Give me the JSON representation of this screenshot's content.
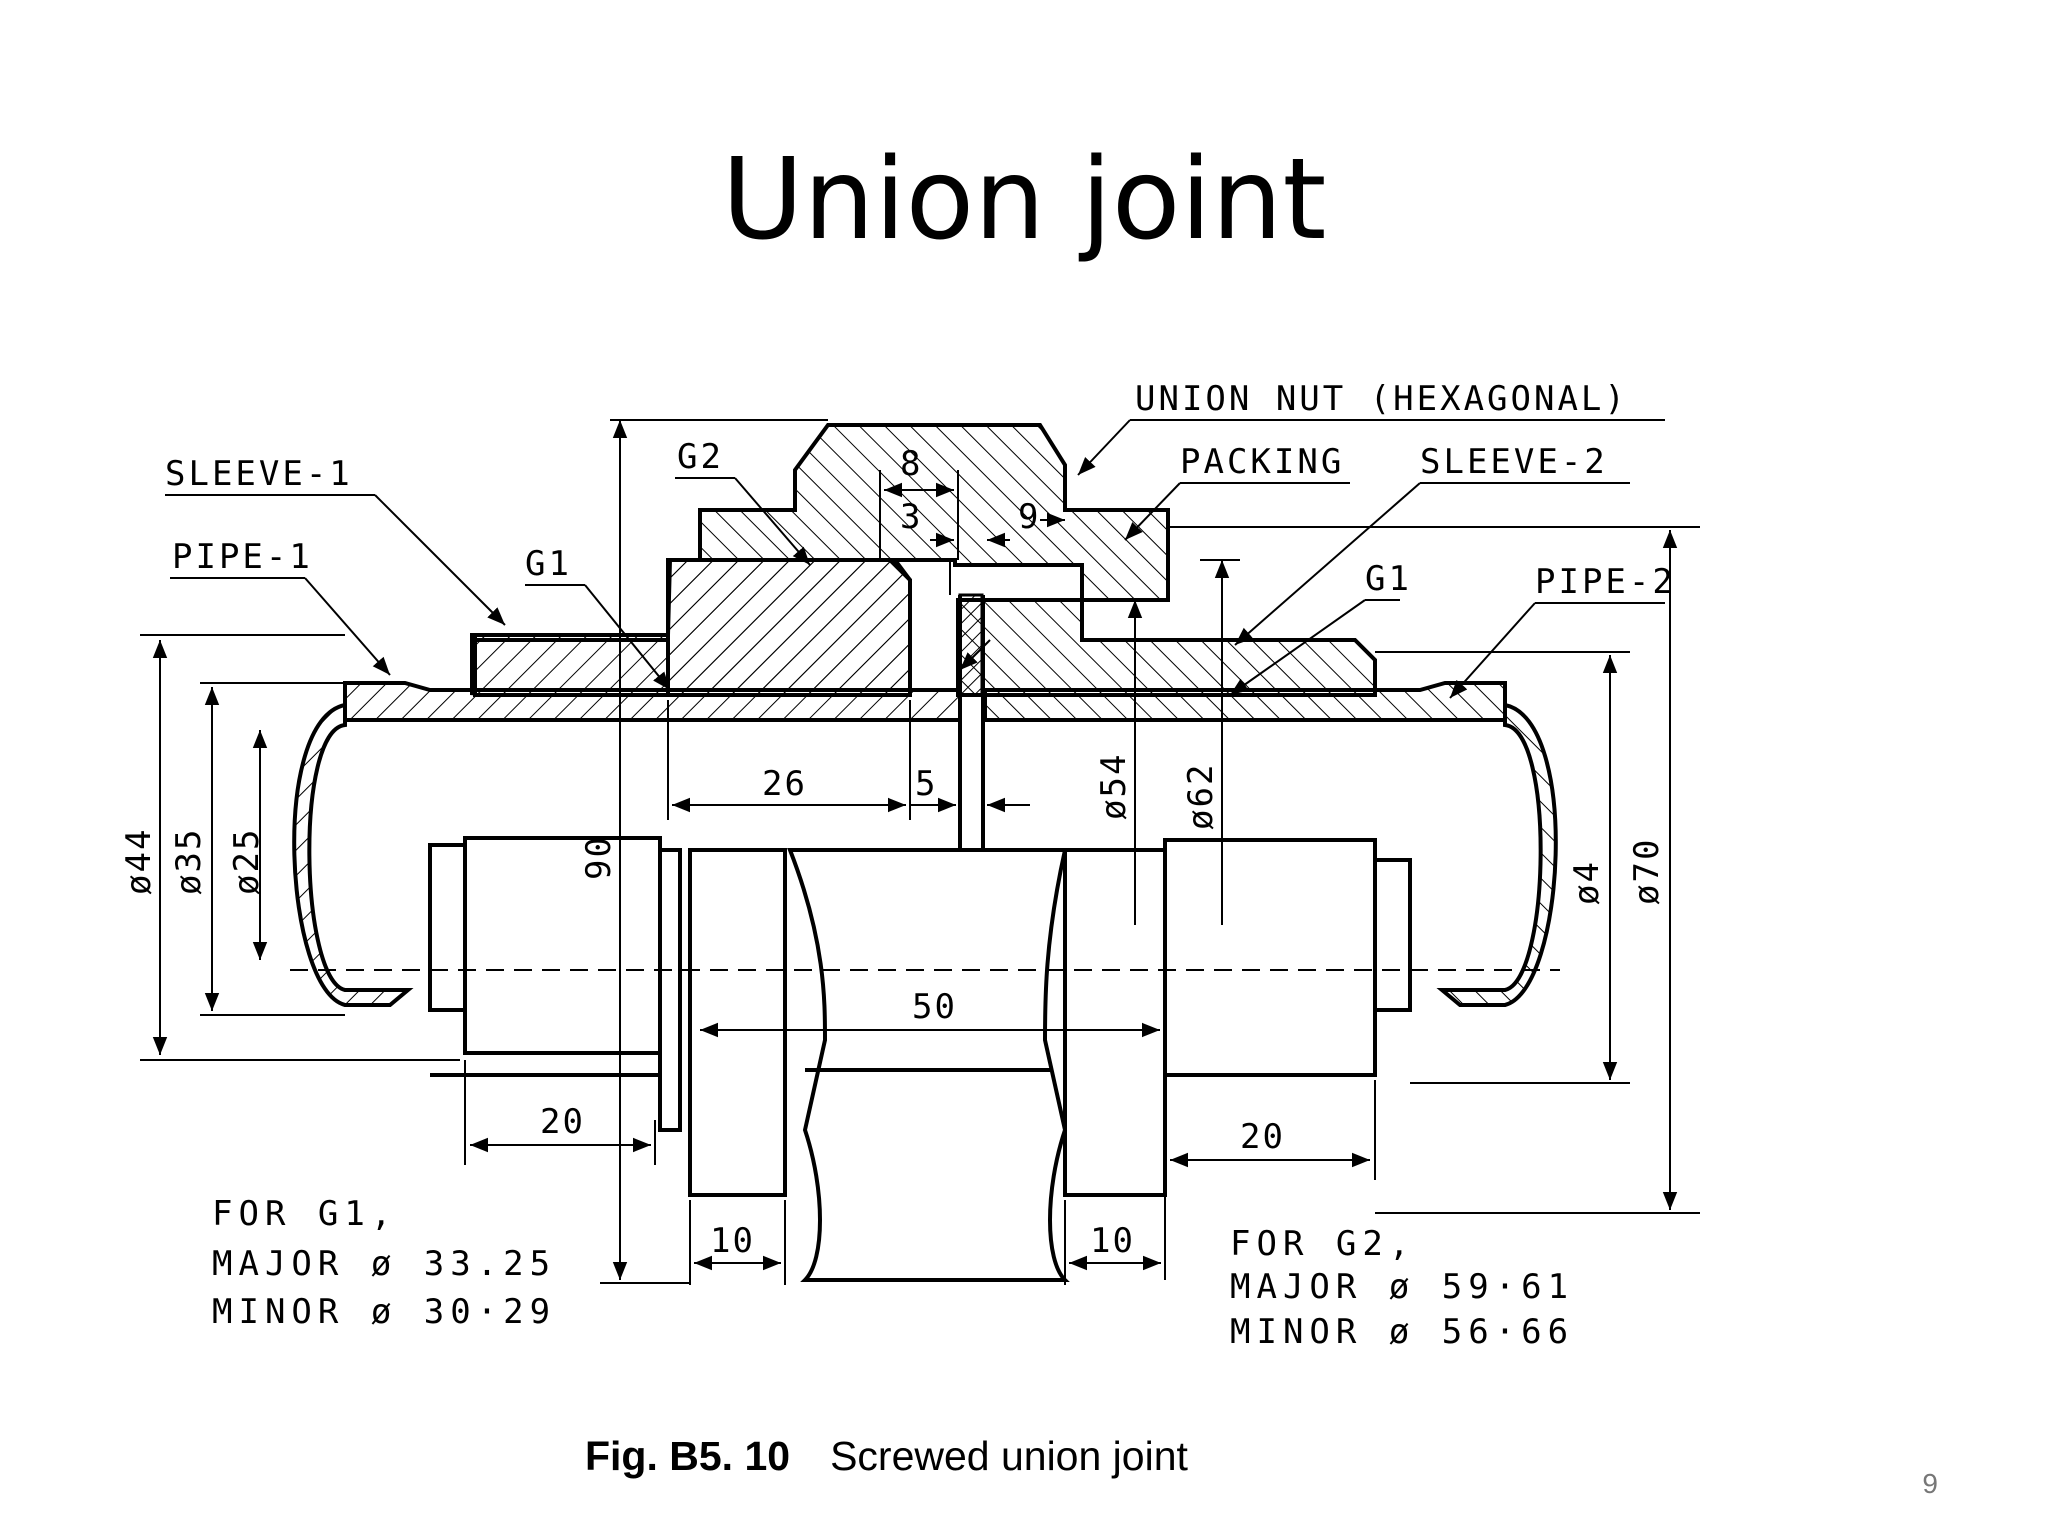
{
  "slide": {
    "title": "Union joint",
    "page_number": "9"
  },
  "figure": {
    "caption_number": "Fig. B5. 10",
    "caption_text": "Screwed union joint"
  },
  "labels": {
    "union_nut": "UNION NUT (HEXAGONAL)",
    "packing": "PACKING",
    "sleeve_1": "SLEEVE-1",
    "sleeve_2": "SLEEVE-2",
    "pipe_1": "PIPE-1",
    "pipe_2": "PIPE-2",
    "g1_left": "G1",
    "g1_right": "G1",
    "g2": "G2"
  },
  "dimensions": {
    "d8": "8",
    "d3": "3",
    "d9": "9",
    "d26": "26",
    "d5": "5",
    "d50": "50",
    "d20_left": "20",
    "d20_right": "20",
    "d10_left": "10",
    "d10_right": "10",
    "d90": "90",
    "dia44": "ø44",
    "dia35": "ø35",
    "dia25": "ø25",
    "dia54": "ø54",
    "dia62": "ø62",
    "dia4": "ø4",
    "dia70": "ø70"
  },
  "notes": {
    "g1_title": "FOR G1,",
    "g1_major": "MAJOR ø 33.25",
    "g1_minor": "MINOR ø 30·29",
    "g2_title": "FOR G2,",
    "g2_major": "MAJOR ø 59·61",
    "g2_minor": "MINOR ø 56·66"
  }
}
